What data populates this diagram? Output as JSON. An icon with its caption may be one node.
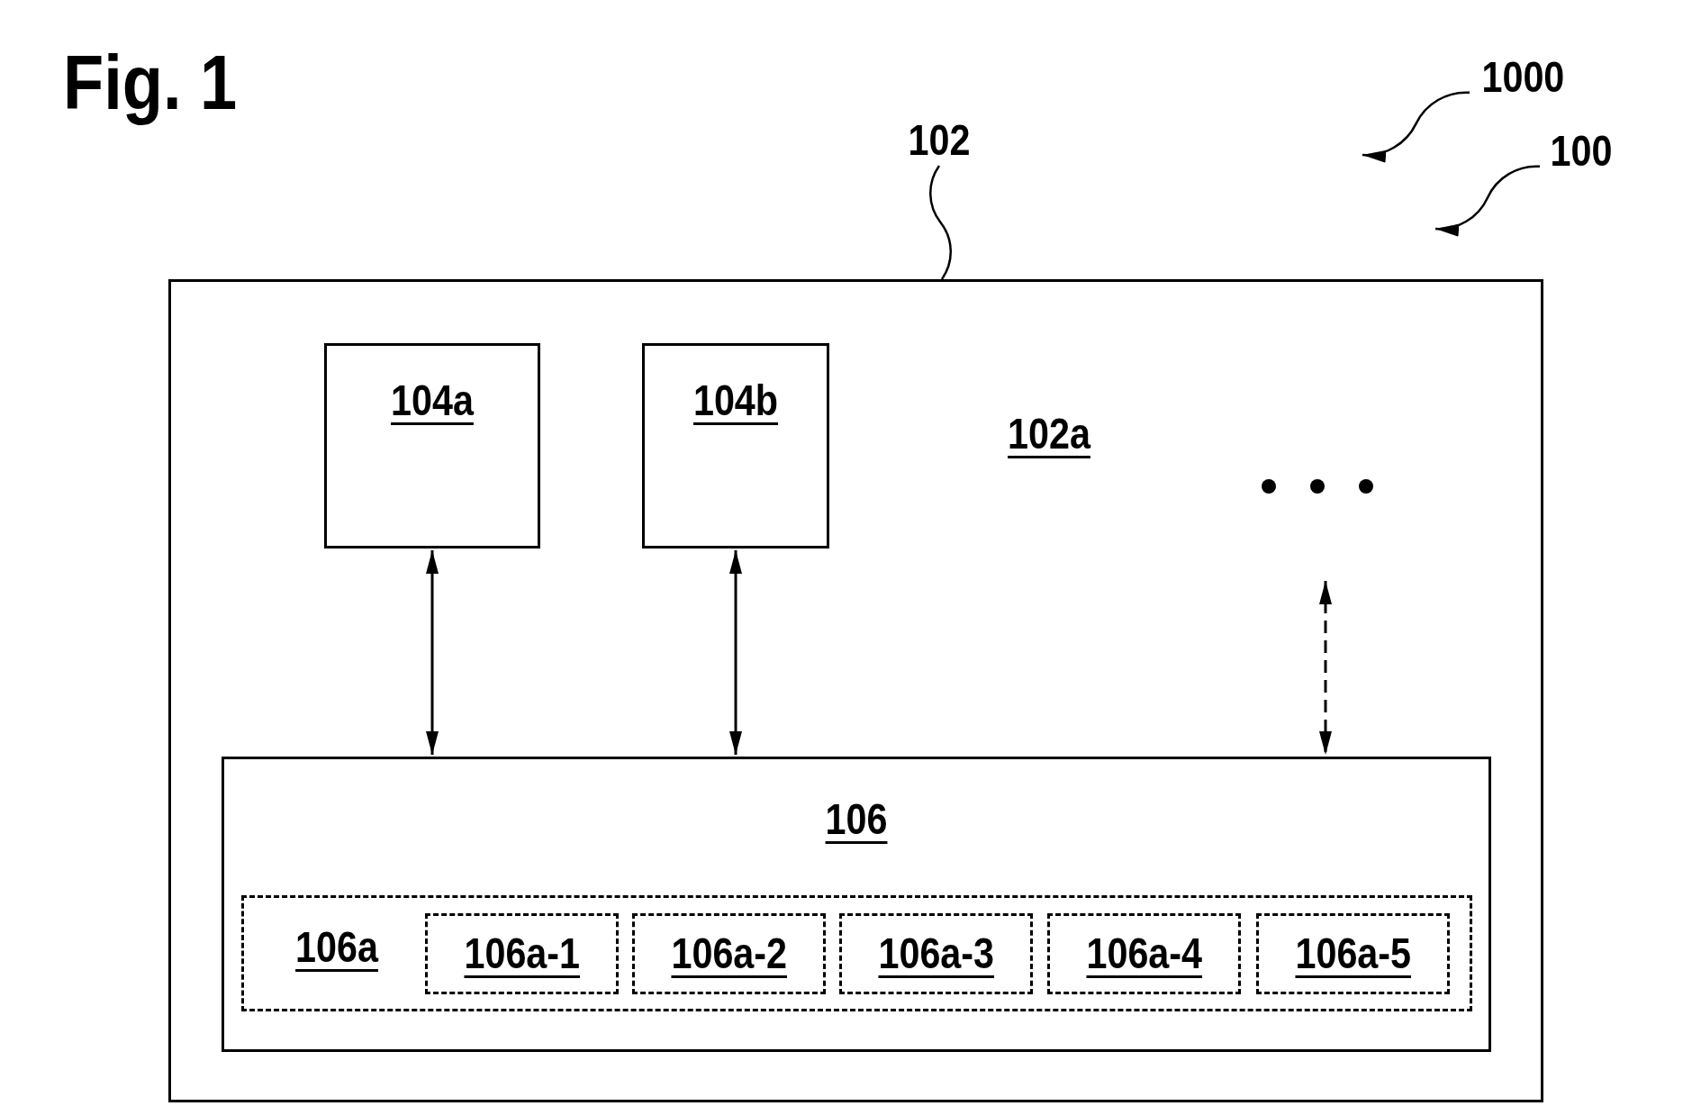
{
  "diagram": {
    "nodes": [
      {
        "text": [
          "102a"
        ]
      },
      {
        "text": [
          "104a"
        ],
        "in": 0
      },
      {
        "text": [
          "104b"
        ],
        "in": 0
      },
      {
        "text": [
          "106"
        ],
        "in": 0
      },
      {
        "text": [
          "106a"
        ],
        "in": 3
      },
      {
        "text": [
          "106a-1"
        ],
        "in": 4
      },
      {
        "text": [
          "106a-2"
        ],
        "in": 4
      },
      {
        "text": [
          "106a-3"
        ],
        "in": 4
      },
      {
        "text": [
          "106a-4"
        ],
        "in": 4
      },
      {
        "text": [
          "106a-5"
        ],
        "in": 4
      },
      {
        "text": [
          "102"
        ]
      },
      {
        "text": [
          "1000"
        ]
      },
      {
        "text": [
          "100"
        ]
      }
    ],
    "edges": [
      {
        "from": 1,
        "to": 3,
        "arrow": "both"
      },
      {
        "from": 2,
        "to": 3,
        "arrow": "both"
      },
      {
        "from": null,
        "to": 3,
        "arrow": "both",
        "style": "dashed"
      },
      {
        "from": 10,
        "to": 0,
        "arrow": "none"
      },
      {
        "from": 11,
        "to": null,
        "arrow": "to"
      },
      {
        "from": 12,
        "to": null,
        "arrow": "to"
      }
    ],
    "labels": [
      "Fig. 1"
    ]
  }
}
